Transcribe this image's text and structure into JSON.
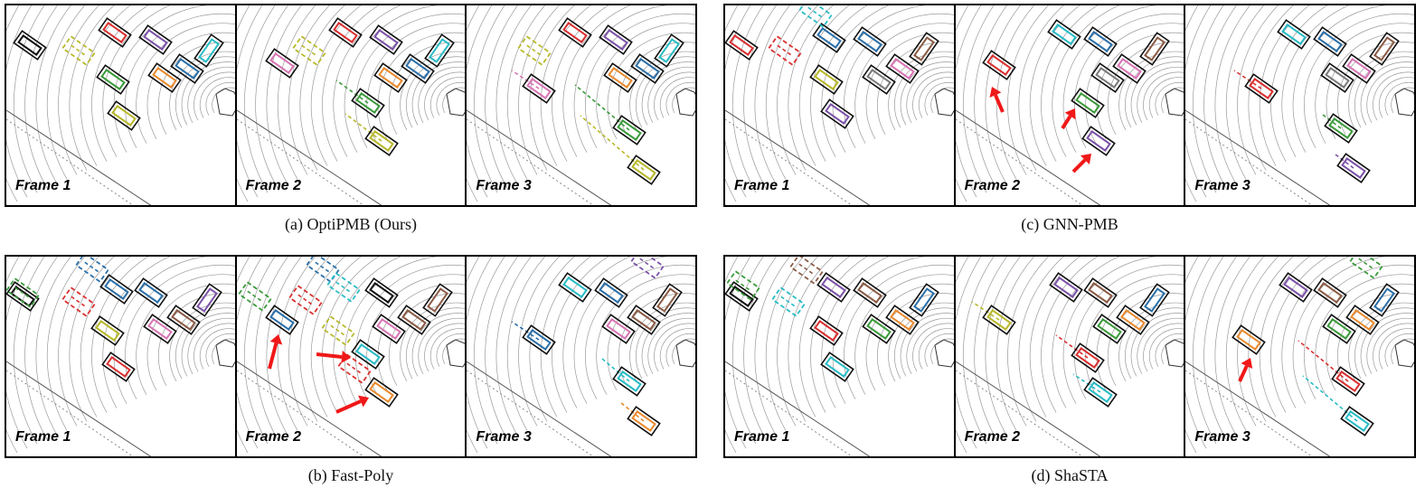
{
  "groups": [
    {
      "caption": "(a) OptiPMB (Ours)",
      "frames": [
        "Frame 1",
        "Frame 2",
        "Frame 3"
      ]
    },
    {
      "caption": "(c) GNN-PMB",
      "frames": [
        "Frame 1",
        "Frame 2",
        "Frame 3"
      ]
    },
    {
      "caption": "(b) Fast-Poly",
      "frames": [
        "Frame 1",
        "Frame 2",
        "Frame 3"
      ]
    },
    {
      "caption": "(d) ShaSTA",
      "frames": [
        "Frame 1",
        "Frame 2",
        "Frame 3"
      ]
    }
  ],
  "colors": {
    "red": "#d9302f",
    "purple": "#7c52a8",
    "cyan": "#28bcc6",
    "blue": "#2a6fa8",
    "orange": "#e98a2e",
    "green": "#3b9a3a",
    "olive": "#b8b82a",
    "pink": "#d874b4",
    "brown": "#8a5a44",
    "gray": "#7a7a7a",
    "black": "#111111",
    "arrow": "#f01818"
  }
}
